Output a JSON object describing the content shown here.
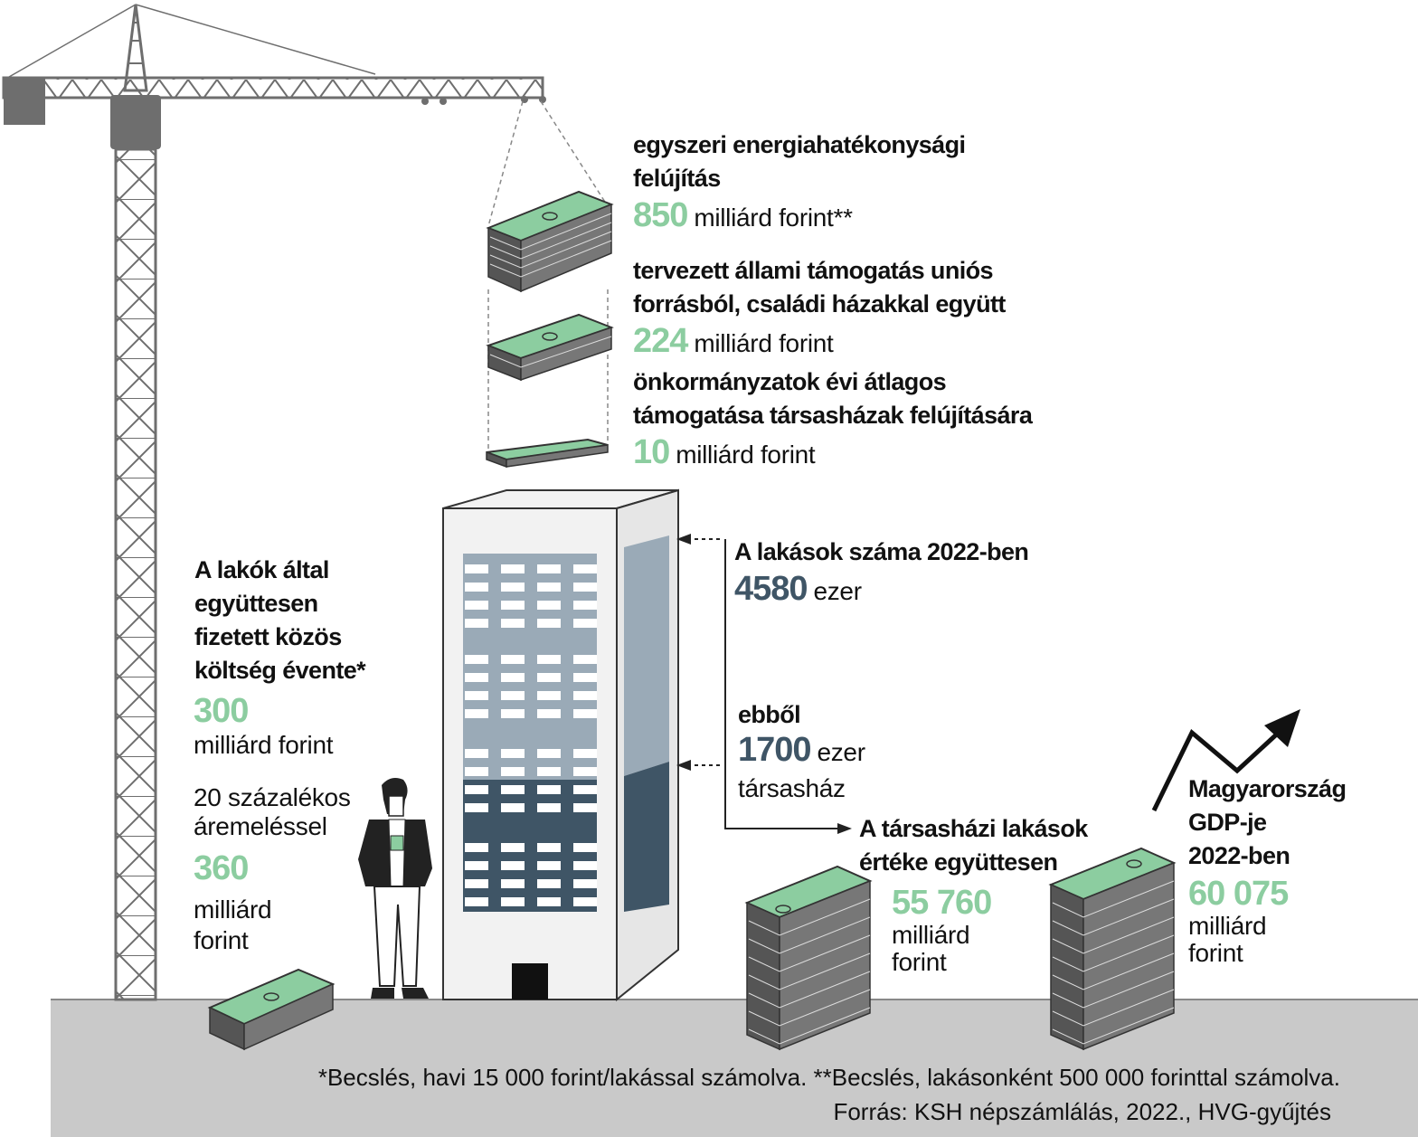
{
  "colors": {
    "accent_green": "#8ccda0",
    "accent_slate": "#3f5566",
    "ground": "#c9c9c9",
    "building_light": "#9aaab7",
    "building_dark": "#3f5566",
    "crane": "#6e6e6e"
  },
  "icons": [
    "crane-icon",
    "banknote-stack-icon",
    "building-icon",
    "person-icon",
    "trend-arrow-icon"
  ],
  "funding": [
    {
      "line1": "egyszeri energiahatékonysági",
      "line2": "felújítás",
      "value": "850",
      "unit": "milliárd forint**"
    },
    {
      "line1": "tervezett állami támogatás uniós",
      "line2": "forrásból, családi házakkal együtt",
      "value": "224",
      "unit": "milliárd forint"
    },
    {
      "line1": "önkormányzatok évi átlagos",
      "line2": "támogatása társasházak felújítására",
      "value": "10",
      "unit": "milliárd forint"
    }
  ],
  "residents": {
    "line1": "A lakók által",
    "line2": "együttesen",
    "line3": "fizetett közös",
    "line4": "költség évente*",
    "value": "300",
    "unit": "milliárd forint",
    "increase_line1": "20 százalékos",
    "increase_line2": "áremeléssel",
    "increase_value": "360",
    "increase_unit1": "milliárd",
    "increase_unit2": "forint"
  },
  "dwellings": {
    "title": "A lakások száma 2022-ben",
    "value": "4580",
    "unit": "ezer"
  },
  "condos": {
    "prefix": "ebből",
    "value": "1700",
    "unit": "ezer",
    "suffix": "társasház"
  },
  "condo_value": {
    "line1": "A társasházi lakások",
    "line2": "értéke együttesen",
    "value": "55 760",
    "unit1": "milliárd",
    "unit2": "forint"
  },
  "gdp": {
    "line1": "Magyarország",
    "line2": "GDP-je",
    "line3": "2022-ben",
    "value": "60 075",
    "unit1": "milliárd",
    "unit2": "forint"
  },
  "footnote": "*Becslés, havi 15 000 forint/lakással számolva. **Becslés, lakásonként 500 000 forinttal számolva.",
  "source": "Forrás: KSH népszámlálás, 2022., HVG-gyűjtés"
}
